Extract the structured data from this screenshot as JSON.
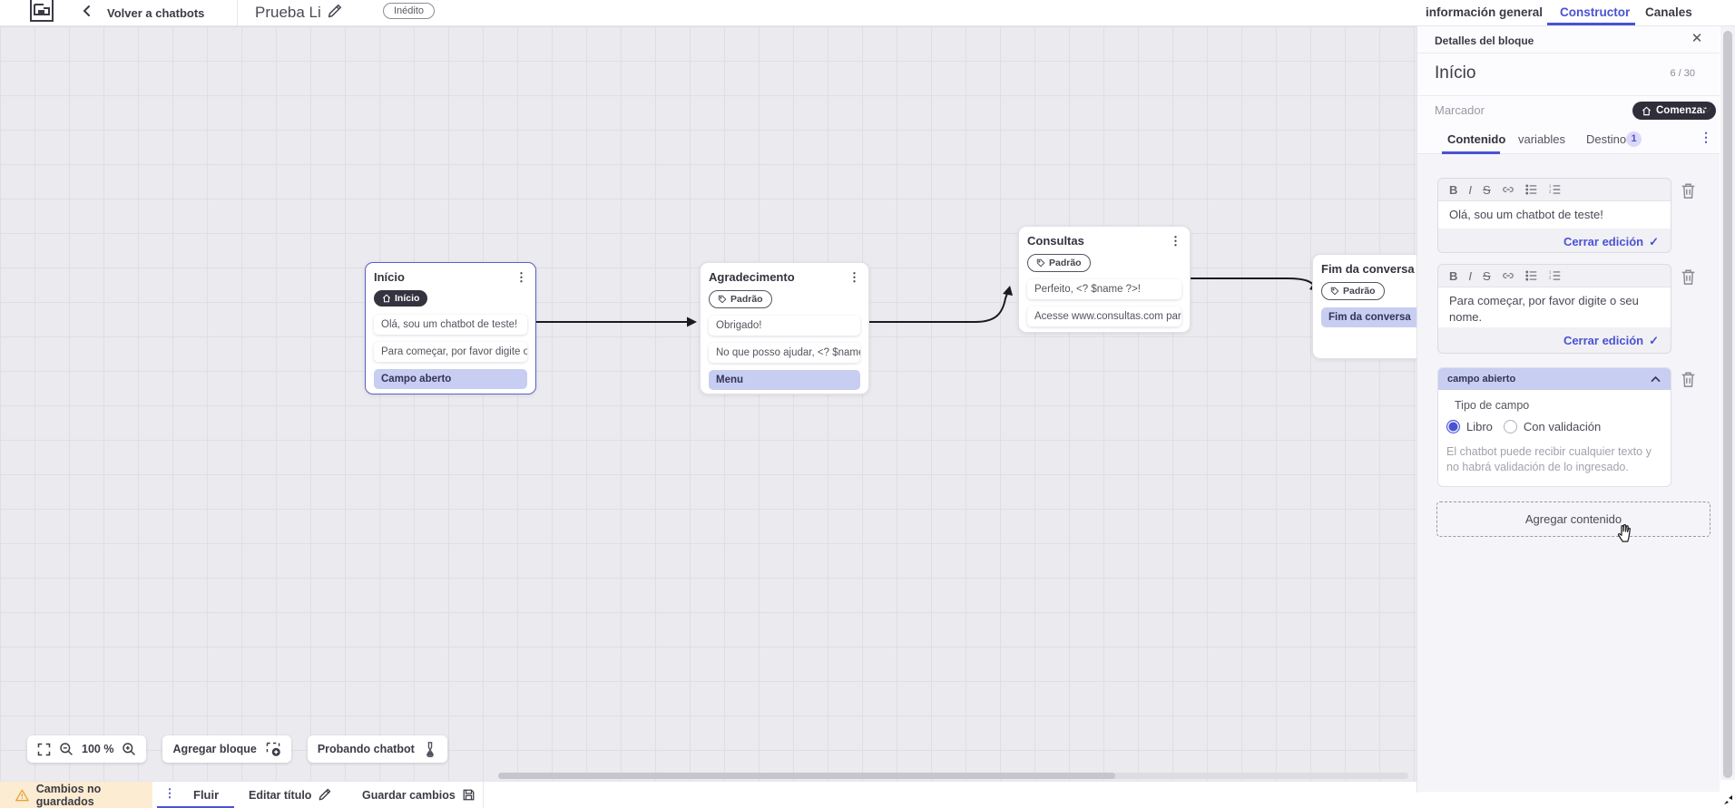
{
  "icons": {
    "back": "‹",
    "close": "✕",
    "kebab": "⋮",
    "check": "✓"
  },
  "topbar": {
    "back_label": "Volver a chatbots",
    "bot_title": "Prueba Li",
    "status_badge": "Inédito",
    "tabs": [
      {
        "label": "información general",
        "active": false
      },
      {
        "label": "Constructor",
        "active": true
      },
      {
        "label": "Canales",
        "active": false
      }
    ]
  },
  "canvas": {
    "blocks": [
      {
        "title": "Início",
        "badge": "Início",
        "items": [
          {
            "text": "Olá, sou um chatbot de teste!"
          },
          {
            "text": "Para começar, por favor digite o ..."
          },
          {
            "text": "Campo aberto"
          }
        ]
      },
      {
        "title": "Agradecimento",
        "badge": "Padrão",
        "items": [
          {
            "text": "Obrigado!"
          },
          {
            "text": "No que posso ajudar, <? $name ..."
          },
          {
            "text": "Menu"
          }
        ]
      },
      {
        "title": "Consultas",
        "badge": "Padrão",
        "items": [
          {
            "text": "Perfeito, <? $name ?>!"
          },
          {
            "text": "Acesse www.consultas.com par..."
          }
        ]
      },
      {
        "title": "Fim da conversa",
        "badge": "Padrão",
        "items": [
          {
            "text": "Fim da conversa"
          }
        ]
      }
    ],
    "toolbar": {
      "zoom_level": "100 %",
      "add_block_label": "Agregar bloque",
      "test_label": "Probando chatbot"
    }
  },
  "bottombar": {
    "unsaved_label": "Cambios no guardados",
    "flow_tab": "Fluir",
    "edit_title_label": "Editar título",
    "save_label": "Guardar cambios"
  },
  "panel": {
    "header": "Detalles del bloque",
    "block_name": "Início",
    "char_counter": "6 / 30",
    "marker_label": "Marcador",
    "marker_value": "Comenzar",
    "tabs": {
      "content": "Contenido",
      "variables": "variables",
      "destination": "Destino",
      "destination_badge": "1"
    },
    "editor_toolbar": {
      "bold": "B",
      "italic": "I",
      "strike": "S"
    },
    "editors": [
      {
        "text": "Olá, sou um chatbot de teste!",
        "close_label": "Cerrar edición"
      },
      {
        "text": "Para começar, por favor digite o seu nome.",
        "close_label": "Cerrar edición"
      }
    ],
    "open_field": {
      "header": "campo abierto",
      "type_label": "Tipo de campo",
      "option_free": "Libro",
      "option_validated": "Con validación",
      "help_text": "El chatbot puede recibir cualquier texto y no habrá validación de lo ingresado."
    },
    "add_content_label": "Agregar contenido"
  },
  "colors": {
    "accent_blue": "#4a52d4",
    "selected_border": "#5b5fc6",
    "lavender_item": "#c8cdf2",
    "dark_pill": "#2f2e3a",
    "warning_bg": "#fcecd1",
    "canvas_bg": "#ebeaee"
  }
}
